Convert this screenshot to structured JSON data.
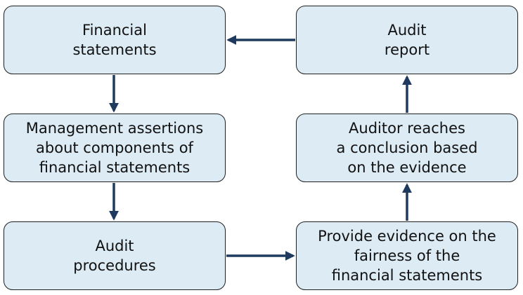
{
  "diagram": {
    "colors": {
      "box_fill": "#ddebf5",
      "box_border": "#1f1f1f",
      "arrow": "#1f3a5f",
      "text": "#111111"
    },
    "boxes": {
      "financial_statements": "Financial\nstatements",
      "management_assertions": "Management assertions\nabout components of\nfinancial statements",
      "audit_procedures": "Audit\nprocedures",
      "provide_evidence": "Provide evidence on the\nfairness of the\nfinancial statements",
      "auditor_conclusion": "Auditor reaches\na conclusion based\non the evidence",
      "audit_report": "Audit\nreport"
    }
  }
}
